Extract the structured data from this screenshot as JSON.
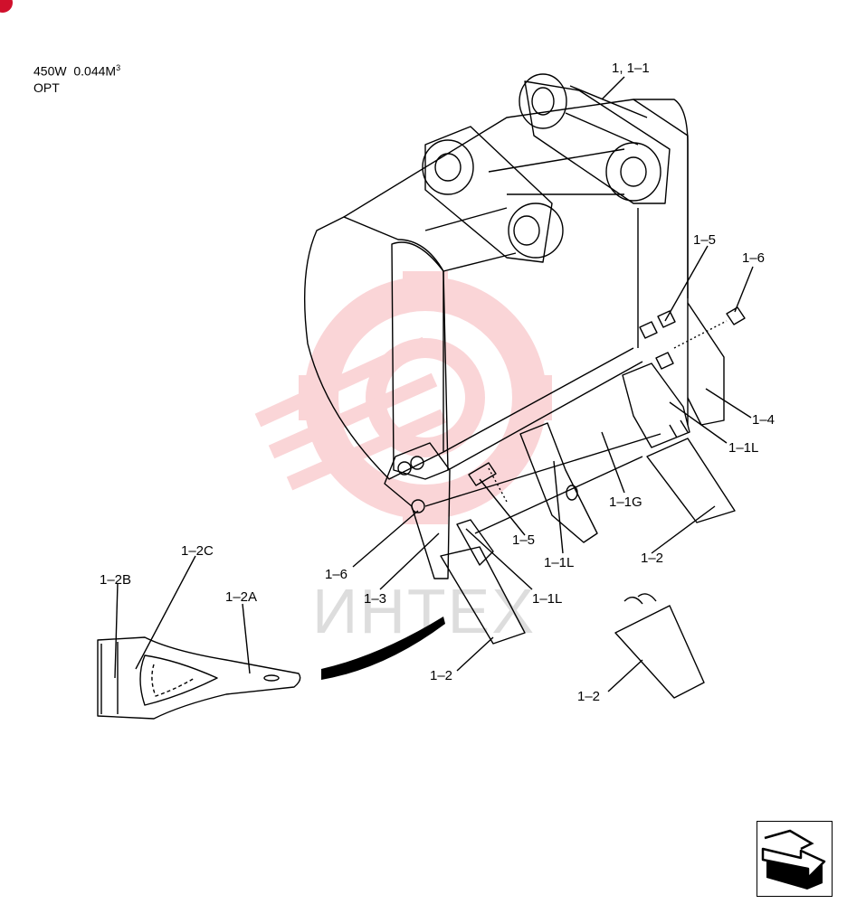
{
  "header": {
    "model": "450W",
    "capacity": "0.044M",
    "capacity_exp": "3",
    "option": "OPT"
  },
  "watermark": {
    "text": "ИНТЕХ",
    "color": "#f6b3b8"
  },
  "colors": {
    "line": "#000000",
    "accent": "#d0102c"
  },
  "labels": {
    "main": "1, 1–1",
    "bolt_top": "1–5",
    "nut_top": "1–6",
    "side_plate": "1–4",
    "adapter_right": "1–1L",
    "cutting_edge": "1–1G",
    "bolt_mid": "1–5",
    "nut_left": "1–6",
    "adapter_mid": "1–1L",
    "side_cutter": "1–3",
    "adapter_left": "1–1L",
    "tooth_right": "1–2",
    "tooth_bottom_right": "1–2",
    "tooth_left": "1–2",
    "tooth_part_c": "1–2C",
    "tooth_part_b": "1–2B",
    "tooth_part_a": "1–2A"
  },
  "nav": {
    "icon": "next-page-arrow-icon"
  }
}
